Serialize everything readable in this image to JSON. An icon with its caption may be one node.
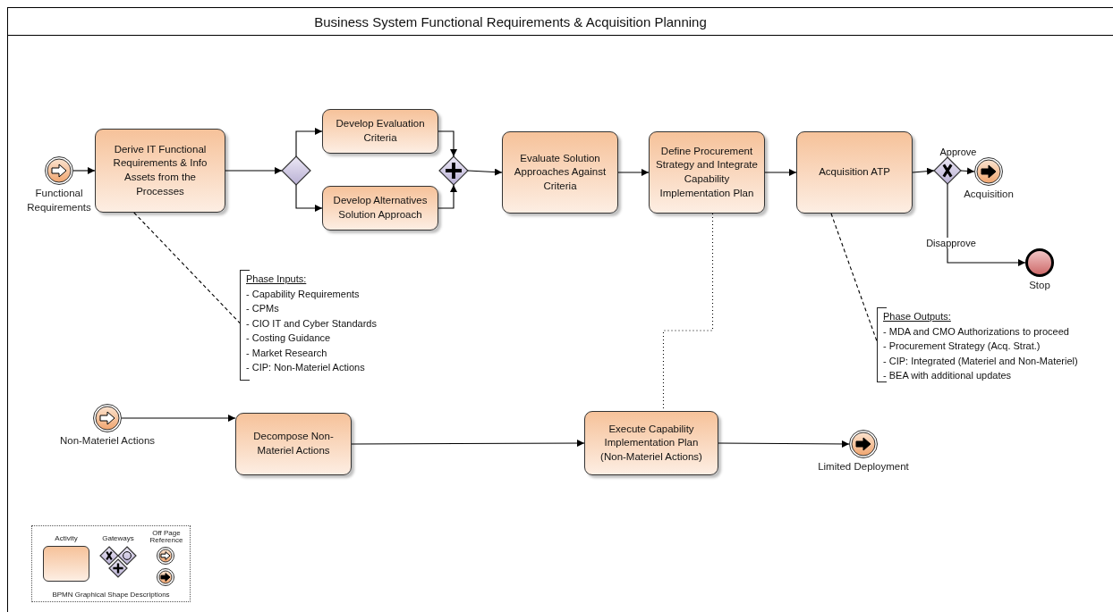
{
  "diagram": {
    "title": "Business System Functional Requirements & Acquisition Planning",
    "nodes": [
      {
        "text": [],
        "shape": "circle",
        "beside": [
          "Functional Requirements"
        ]
      },
      {
        "text": [
          "Derive IT Functional Requirements & Info Assets from the Processes"
        ]
      },
      {
        "text": [],
        "shape": "diamond"
      },
      {
        "text": [
          "Develop Evaluation Criteria"
        ]
      },
      {
        "text": [
          "Develop Alternatives Solution Approach"
        ]
      },
      {
        "text": [],
        "shape": "diamond"
      },
      {
        "text": [
          "Evaluate Solution Approaches Against Criteria"
        ]
      },
      {
        "text": [
          "Define Procurement Strategy and Integrate Capability Implementation Plan"
        ]
      },
      {
        "text": [
          "Acquisition ATP"
        ]
      },
      {
        "text": [],
        "shape": "diamond"
      },
      {
        "text": [],
        "shape": "circle",
        "beside": [
          "Acquisition"
        ]
      },
      {
        "text": [],
        "shape": "circle",
        "beside": [
          "Stop"
        ]
      },
      {
        "text": [
          "Phase Inputs:",
          "- Capability Requirements",
          "- CPMs",
          "- CIO IT and Cyber Standards",
          "- Costing Guidance",
          "- Market Research",
          "- CIP: Non-Materiel Actions"
        ]
      },
      {
        "text": [
          "Phase Outputs:",
          "- MDA and CMO Authorizations to proceed",
          "- Procurement Strategy (Acq. Strat.)",
          "- CIP: Integrated (Materiel and Non-Materiel)",
          "- BEA with additional updates"
        ]
      },
      {
        "text": [],
        "shape": "circle",
        "beside": [
          "Non-Materiel Actions"
        ]
      },
      {
        "text": [
          "Decompose Non-Materiel Actions"
        ]
      },
      {
        "text": [
          "Execute Capability Implementation Plan (Non-Materiel Actions)"
        ]
      },
      {
        "text": [],
        "shape": "circle",
        "beside": [
          "Limited Deployment"
        ]
      }
    ],
    "edges": [
      {
        "from": 0,
        "to": 1,
        "arrow": "to"
      },
      {
        "from": 1,
        "to": 2,
        "arrow": "to"
      },
      {
        "from": 2,
        "to": 3,
        "arrow": "to"
      },
      {
        "from": 2,
        "to": 4,
        "arrow": "to"
      },
      {
        "from": 3,
        "to": 5,
        "arrow": "to"
      },
      {
        "from": 4,
        "to": 5,
        "arrow": "to"
      },
      {
        "from": 5,
        "to": 6,
        "arrow": "to"
      },
      {
        "from": 6,
        "to": 7,
        "arrow": "to"
      },
      {
        "from": 7,
        "to": 8,
        "arrow": "to"
      },
      {
        "from": 8,
        "to": 9,
        "arrow": "to"
      },
      {
        "from": 9,
        "to": 10,
        "arrow": "to",
        "label": "Approve"
      },
      {
        "from": 9,
        "to": 11,
        "arrow": "to",
        "label": "Disapprove"
      },
      {
        "from": 1,
        "to": 12,
        "arrow": "none",
        "style": "dashed"
      },
      {
        "from": 7,
        "to": 16,
        "arrow": "none",
        "style": "dashed"
      },
      {
        "from": 8,
        "to": 13,
        "arrow": "none",
        "style": "dashed"
      },
      {
        "from": 14,
        "to": 15,
        "arrow": "to"
      },
      {
        "from": 15,
        "to": 16,
        "arrow": "to"
      },
      {
        "from": 16,
        "to": 17,
        "arrow": "to"
      }
    ],
    "labels": [
      "BPMN Graphical Shape Descriptions"
    ],
    "legend": [
      {
        "text": "Activity"
      },
      {
        "text": "Gateways"
      },
      {
        "text": "Off Page Reference"
      }
    ]
  }
}
